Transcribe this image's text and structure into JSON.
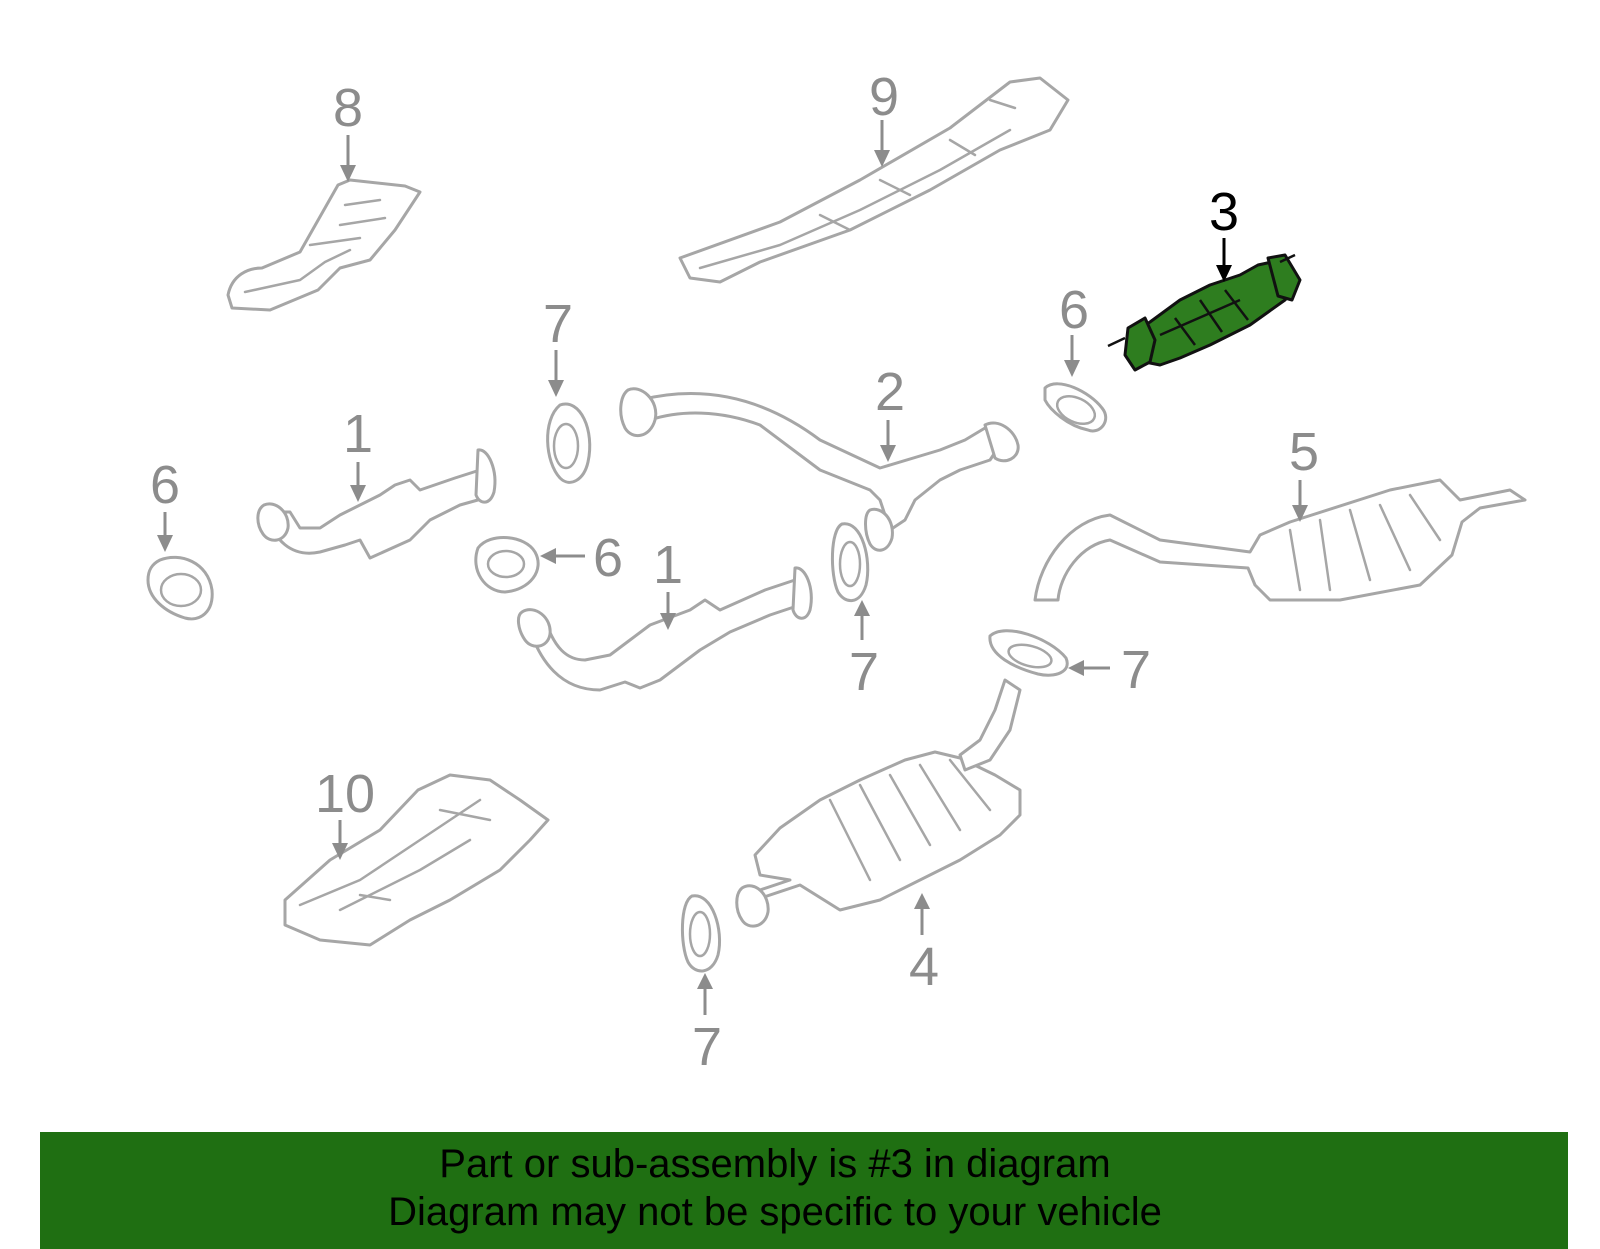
{
  "callouts": [
    {
      "id": "8",
      "label": "8"
    },
    {
      "id": "9",
      "label": "9"
    },
    {
      "id": "3",
      "label": "3",
      "highlighted": true
    },
    {
      "id": "7a",
      "label": "7"
    },
    {
      "id": "6a",
      "label": "6"
    },
    {
      "id": "2",
      "label": "2"
    },
    {
      "id": "5",
      "label": "5"
    },
    {
      "id": "6b",
      "label": "6"
    },
    {
      "id": "1a",
      "label": "1"
    },
    {
      "id": "6c",
      "label": "6"
    },
    {
      "id": "1b",
      "label": "1"
    },
    {
      "id": "7b",
      "label": "7"
    },
    {
      "id": "7c",
      "label": "7"
    },
    {
      "id": "10",
      "label": "10"
    },
    {
      "id": "4",
      "label": "4"
    },
    {
      "id": "7d",
      "label": "7"
    }
  ],
  "banner": {
    "line1": "Part or sub-assembly is #3 in diagram",
    "line2": "Diagram may not be specific to your vehicle"
  },
  "colors": {
    "highlight_part": "#2e7d1f",
    "banner_background": "#1f6f12",
    "part_outline": "#a6a6a6"
  }
}
